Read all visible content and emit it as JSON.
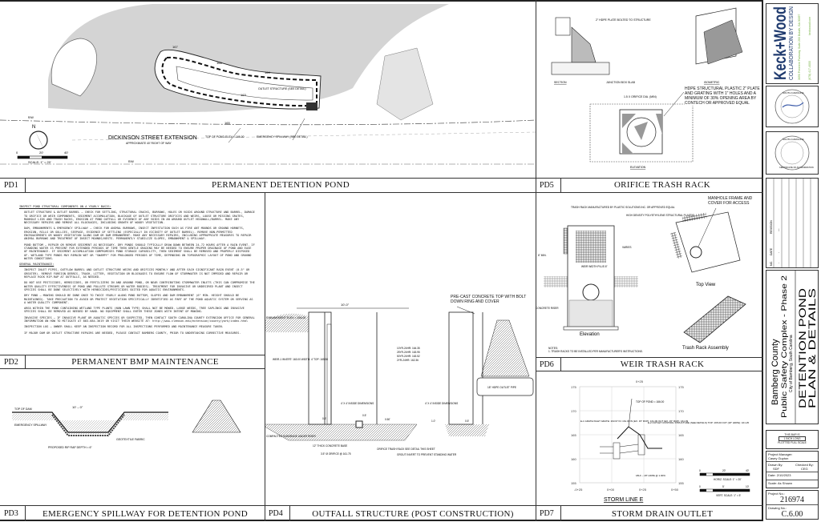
{
  "sheet": {
    "panels": [
      {
        "id": "PD1",
        "title": "PERMANENT DETENTION POND"
      },
      {
        "id": "PD2",
        "title": "PERMANENT BMP MAINTENANCE"
      },
      {
        "id": "PD3",
        "title": "EMERGENCY SPILLWAY FOR DETENTION POND"
      },
      {
        "id": "PD4",
        "title": "OUTFALL STRUCTURE (POST CONSTRUCTION)"
      },
      {
        "id": "PD5",
        "title": "ORIFICE TRASH RACK"
      },
      {
        "id": "PD6",
        "title": "WEIR TRASH RACK"
      },
      {
        "id": "PD7",
        "title": "STORM DRAIN OUTLET"
      }
    ]
  },
  "pd1": {
    "street": "DICKINSON STREET EXTENSION",
    "street_sub": "APPROXIMATE 40' RIGHT OF WAY",
    "top_of_pond": "TOP OF POND ELEV = 166.00",
    "spillway": "EMERGENCY SPILLWAY (SEE DETAIL)",
    "outlet": "OUTLET STRUCTURE (SEE DETAIL)",
    "row": "R/W",
    "contours": [
      "166",
      "165",
      "164",
      "167",
      "163"
    ],
    "north": "N",
    "scale_ticks": [
      "0",
      "20'",
      "40'"
    ],
    "scale": "SCALE: 1\" = 20'"
  },
  "pd2": {
    "heading1": "INSPECT POND STRUCTURAL COMPONENTS ON A YEARLY BASIS:",
    "p1": "OUTLET STRUCTURE & OUTLET BARREL – CHECK FOR SETTLING, STRUCTURAL CRACKS, BURROWS, HOLES OR VOIDS AROUND STRUCTURE AND BARREL, DAMAGE TO ORIFICE OR WEIR COMPONENTS, SEDIMENT ACCUMULATION, BLOCKAGE OF OUTLET STRUCTURE ORIFICES AND WEIRS, LOOSE OR MISSING GRATES, MANHOLE LIDS AND TRASH RACKS, EROSION AT POND OUTFALL OR EVIDENCE OF ANY VOIDS IN AN AROUND OUTLET HEADWALL/BARREL. MAKE ANY NECESSARY REPAIRS AND REMOVE ALL BLOCKAGES, INCLUDING GROWTH OF WOODY VEGETATION.",
    "p2": "DAM, EMBANKMENTS & EMERGENCY SPILLWAY – CHECK FOR ANIMAL BURROWS, INSECT INFESTATION SUCH AS FIRE ANT MOUNDS OR GROUND HORNETS, EROSION, RILLS OR GULLIES, SEEPAGE, EVIDENCE OF SETTLING (ESPECIALLY IN VICINITY OF OUTLET BARREL). REMOVE NON-PERMITTED ENCROACHMENTS OR WOODY VEGETATION ALONG DAM OR DAM EMBANKMENT. MAKE ANY NECESSARY REPAIRS, INCLUDING APPROPRIATE MEASURES TO REPAIR ANIMAL BURROWS AND TREATMENT OF INSECT MOUNDS/NESTS. PERMANENTLY STABILIZE SLOPES, EMBANKMENT & SPILLWAY.",
    "p3": "POND BOTTOM – REPAIR OR REMOVE SEDIMENT AS NECESSARY. DRY PONDS SHOULD TYPICALLY DRAW DOWN BETWEEN 24-72 HOURS AFTER A RAIN EVENT. IF STANDING WATER IS PRESENT FOR EXTENDED PERIODS OF TIME THEN GENTLE GRADING MAY BE NEEDED TO ENSURE PROPER DRAINAGE OF POND AND EASE OF MAINTENANCE. IF SEDIMENT ACCUMULATION COMPROMISES POND STORAGE CAPABILITY, THEN SEDIMENT SHALL BE REMOVED AND PROPERLY DISPOSED OF. WETLAND TYPE PONDS MAY REMAIN WET OR \"SWAMPY\" FOR PROLONGED PERIODS OF TIME, DEPENDING ON TOPOGRAPHIC LAYOUT OF POND AND GROUND WATER CONDITIONS.",
    "heading2": "GENERAL MAINTENANCE:",
    "p4": "INSPECT INLET PIPES, OUTFLOW BARREL AND OUTLET STRUCTURE WEIRS AND ORIFICES MONTHLY AND AFTER EACH SIGNIFICANT RAIN EVENT (0.5\" OR GREATER). REMOVE FOREIGN DEBRIS, TRASH, LITTER, VEGETATION OR BLOCKAGES TO ENSURE FLOW OF STORMWATER IS NOT IMPEDED AND REPAIR OR REPLACE ROCK RIP-RAP AT OUTFALLS, AS NEEDED.",
    "p5": "DO NOT USE PESTICIDES, HERBICIDES, OR FERTILIZERS IN AND AROUND POND, OR NEAR CONTRIBUTING STORMWATER INLETS (THIS CAN COMPROMISE THE WATER QUALITY EFFECTIVENESS OF POND AND POLLUTE STREAMS OR WATER BODIES). TREATMENT FOR INVASIVE OR UNDESIRED PLANT AND INSECT SPECIES SHALL BE DONE SELECTIVELY WITH HERBICIDES/PESTICIDES SUITED FOR AQUATIC ENVIRONMENTS.",
    "p6": "DRY POND – MOWING SHOULD BE DONE ONCE TO TWICE YEARLY ALONG POND BOTTOM, SLOPES AND DAM EMBANKMENT (6\" MIN. HEIGHT SHOULD BE MAINTAINED). TAKE PRECAUTION TO AVOID OR PROTECT VEGETATION SPECIFICALLY IDENTIFIED AS PART OF THE POND AQUATIC SYSTEM OR SERVING AS A WATER QUALITY COMPONENT.",
    "p7": "AREA WITHIN THE POND CONTAINING WETLAND TYPE PLANTS (NON LAWN TYPE) SHALL NOT BE MOWED. LARGE WEEDS, TREE SAPLINGS AND INVASIVE SPECIES SHALL BE REMOVED AS NEEDED BY HAND. NO EQUIPMENT SHALL ENTER THESE ZONES WITH INTENT OF MOWING.",
    "p8": "INVASIVE SPECIES – IF INVASIVE PLANT OR AQUATIC SPECIES OR SUSPECTED, THEN CONTACT SOUTH CAROLINA COUNTY EXTENSION OFFICE FOR GENERAL INFORMATION ON HOW TO MITIGATE AT 803-684-3619 OR VISIT THEIR WEBSITE AT: http://www.clemson.edu/extension/county/york/index.html",
    "p9": "INSPECTION LOG – OWNER SHALL KEEP AN INSPECTION RECORD FOR ALL INSPECTIONS PERFORMED AND MAINTENANCE MEASURE TAKEN.",
    "p10": "IF MAJOR DAM OR OUTLET STRUCTURE REPAIRS ARE NEEDED, PLEASE CONTACT BAMBERG COUNTY, PRIOR TO UNDERTAKING CORRECTIVE MEASURES."
  },
  "pd3": {
    "top_of_dam": "TOP OF DAM",
    "spillway": "EMERGENCY SPILLWAY",
    "width": "10' – 0\"",
    "riprap": "PROPOSED RIP RAP DEPTH = 6\"",
    "fabric": "GEOTEXTILE FABRIC"
  },
  "pd4": {
    "dim_top": "10'-0\"",
    "embankment": "EMBANKMENT ELEV = 166.00",
    "weir": "WEIR-1 INVERT: 163.00 WIDTH: 4' TOP: 165.50",
    "storms": [
      "10YR-24HR: 164.35",
      "25YR-24HR: 163.95",
      "50YR-24HR: 163.52",
      "2YR-24HR: 162.36"
    ],
    "inside1": "4' X 4' INSIDE DIMENSIONS",
    "inside2": "4' X 4' INSIDE DIMENSIONS",
    "precast": "PRE-CAST CONCRETE TOP WITH BOLT DOWN RING AND COVER",
    "outlet_pipe": "18\" HDPE OUTLET PIPE",
    "subgrade": "COMPACTED SUBGRADE UNDER RISER",
    "base": "12\" THICK CONCRETE BASE",
    "orifice": "3.5\" Ø ORIFICE @ 161.75",
    "trashrack": "ORIFICE TRASH RACK SEE DETAIL THIS SHEET",
    "grout": "GROUT INVERT TO PREVENT STANDING WATER",
    "dims": [
      "0.5'",
      "0.5'",
      "0.50'",
      "1.0'",
      "0.5'"
    ]
  },
  "pd5": {
    "plate": "2\" HDPE PLATE BOLTED TO STRUCTURE",
    "section": "SECTION",
    "slab": "JUNCTION BOX SLAB",
    "isometric": "ISOMETRIC",
    "hdpe": "HDPE STRUCTURAL PLASTIC 2\" PLATE AND GRATING WITH 1\" HOLES AND A MINIMUM OF 30% OPENING AREA BY CONTECH OR APPROVED EQUAL",
    "dia": "1.5 X ORIFICE DIA. (MIN)",
    "elevation": "ELEVATION"
  },
  "pd6": {
    "mfr": "TRASH RACK MANUFACTURED BY PLASTIC SOLUTIONS INC. OR APPROVED EQUAL",
    "hdpe": "HIGH DENSITY POLYETHYLENE STRUCTURAL PLASTIC",
    "manhole": "MANHOLE FRAME AND COVER FOR ACCESS",
    "varies": "VARIES",
    "min": "6\" MIN.",
    "weir_width": "WEIR WIDTH PLUS 6\"",
    "riser": "CONCRETE RISER",
    "top_view": "Top View",
    "elevation": "Elevation",
    "assembly": "Trash Rack Assembly",
    "notes_h": "NOTES:",
    "note1": "1.   TRASH RACKS TO BE INSTALLED PER MANUFACTURER'S INSTRUCTIONS."
  },
  "pd7": {
    "station_top": "0+25",
    "y_ticks": [
      "175",
      "170",
      "165",
      "160",
      "155"
    ],
    "x_ticks": [
      "-0+25",
      "0+00",
      "0+25",
      "0+50"
    ],
    "top_of_pond": "TOP OF POND = 166.00",
    "inlet": "E-1 GRATE INLET GRATE: 163.67 IN: 161.09 IN (EX. 15\" RCP): 161.09 OUT (EX. 15\" RCP): 161.09",
    "ocs": "E-2 OUTLET CONTROL STRUCTURE (SEE DETAILS) TOP: 165.00 OUT (18\" HDPE): 161.25",
    "pipe": "18LF – 18\" HDPE @ 1.00%",
    "title": "STORM LINE E",
    "horiz_ticks": [
      "0",
      "20'",
      "40'"
    ],
    "horiz": "HORIZ. SCALE: 1\" = 20'",
    "vert_ticks": [
      "0",
      "5'",
      "10'"
    ],
    "vert": "VERT. SCALE: 1\" = 5'"
  },
  "titleblock": {
    "logo": "Keck+Wood",
    "tagline": "COLLABORATION BY DESIGN",
    "address": "3090 Premiere Parkway, Suite 200 Duluth, GA 30097",
    "phone": "(678) 417-4000",
    "web": "keckwood.com",
    "seal1": "SOUTH CAROLINA",
    "seal2": "SOUTH CAROLINA",
    "seal2_sub": "CERTIFICATE OF AUTHORIZATION",
    "rev_headers": [
      "NO.",
      "DATE",
      "REVISION"
    ],
    "rev_row": [
      "-",
      "-",
      "—"
    ],
    "county": "Bamberg County",
    "project": "Public Safety Complex - Phase 2",
    "city": "City of Bamberg, South Carolina",
    "sheet_title1": "DETENTION POND",
    "sheet_title2": "PLAN & DETAILS",
    "bar_note1": "THIS BAR IS",
    "bar_note2": "1 INCH LONG",
    "bar_note3": "PLOTTED FULL SCALE",
    "pm_label": "Project Manager:",
    "pm": "Casey Guyton",
    "drawn_label": "Drawn By:",
    "drawn": "SDF",
    "checked_label": "Checked By:",
    "checked": "CEG",
    "date_label": "Date:",
    "date": "2/10/2023",
    "scale_label": "Scale:",
    "scale": "As Shown",
    "projno_label": "Project No.:",
    "projno": "216974",
    "drawno_label": "Drawing No.:",
    "drawno": "C.6.00"
  },
  "colors": {
    "line": "#222222",
    "ground": "#c8c8c8",
    "logo_blue": "#1f3a6e",
    "logo_green": "#6fae3a"
  }
}
